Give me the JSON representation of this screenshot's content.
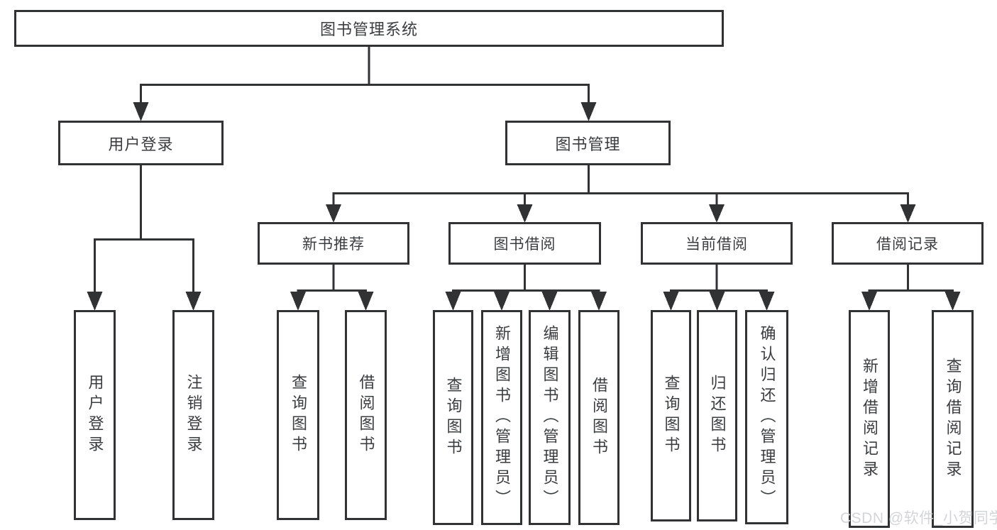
{
  "watermark": {
    "text": "CSDN @软件_小贺同学"
  },
  "colors": {
    "line": "#303234",
    "text": "#3a3d40",
    "watermark": "#d2d5d8",
    "background": "#ffffff"
  },
  "tree": {
    "root": {
      "label": "图书管理系统"
    },
    "branches": [
      {
        "label": "用户登录",
        "children": [
          {
            "label": "用户登录"
          },
          {
            "label": "注销登录"
          }
        ]
      },
      {
        "label": "图书管理",
        "sections": [
          {
            "label": "新书推荐",
            "children": [
              {
                "label": "查询图书"
              },
              {
                "label": "借阅图书"
              }
            ]
          },
          {
            "label": "图书借阅",
            "children": [
              {
                "label": "查询图书"
              },
              {
                "label": "新增图书（管理员）"
              },
              {
                "label": "编辑图书（管理员）"
              },
              {
                "label": "借阅图书"
              }
            ]
          },
          {
            "label": "当前借阅",
            "children": [
              {
                "label": "查询图书"
              },
              {
                "label": "归还图书"
              },
              {
                "label": "确认归还（管理员）"
              }
            ]
          },
          {
            "label": "借阅记录",
            "children": [
              {
                "label": "新增借阅记录"
              },
              {
                "label": "查询借阅记录"
              }
            ]
          }
        ]
      }
    ]
  }
}
